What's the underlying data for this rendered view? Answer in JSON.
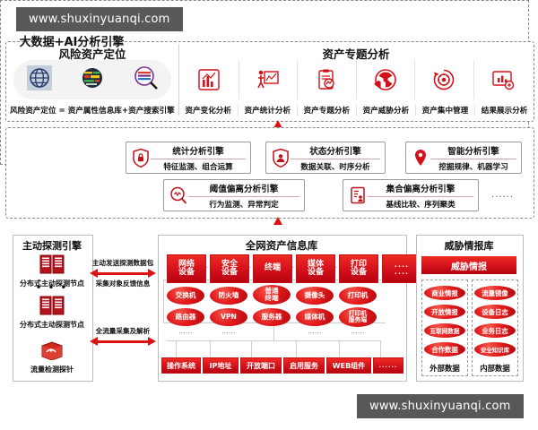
{
  "watermark": {
    "text": "www.shuxinyuanqi.com"
  },
  "colors": {
    "red": "#d3111a",
    "red_dark": "#b5040f",
    "dash": "#8a8a8a",
    "panel_border": "#bdbdbd"
  },
  "top": {
    "risk": {
      "title": "风险资产定位",
      "caption": "风险资产定位 = 资产属性信息库+资产搜索引擎",
      "icons": [
        "globe-grid-icon",
        "word-cloud-sphere-icon",
        "magnifier-records-icon"
      ]
    },
    "topic": {
      "title": "资产专题分析",
      "items": [
        {
          "label": "资产变化分析",
          "icon": "bar-chart-trend-icon"
        },
        {
          "label": "资产统计分析",
          "icon": "presenter-board-icon"
        },
        {
          "label": "资产专题分析",
          "icon": "clipboard-chart-icon"
        },
        {
          "label": "资产威胁分析",
          "icon": "radiation-hazard-icon"
        },
        {
          "label": "资产集中管理",
          "icon": "gear-cycle-icon"
        },
        {
          "label": "结果展示分析",
          "icon": "monitor-chart-icon"
        }
      ]
    }
  },
  "middle": {
    "label": "大数据+AI分析引擎",
    "dots": "......",
    "engines": [
      {
        "title": "统计分析引擎",
        "desc": "特征监测、组合运算",
        "icon": "shield-lock-icon"
      },
      {
        "title": "状态分析引擎",
        "desc": "数据关联、时序分析",
        "icon": "shield-person-icon"
      },
      {
        "title": "智能分析引擎",
        "desc": "挖掘规律、机器学习",
        "icon": "map-pin-icon"
      },
      {
        "title": "阈值偏离分析引擎",
        "desc": "行为监测、异常判定",
        "icon": "magnifier-wave-icon"
      },
      {
        "title": "集合偏离分析引擎",
        "desc": "基线比较、序列聚类",
        "icon": "document-person-icon"
      }
    ]
  },
  "bottom": {
    "probe": {
      "title": "主动探测引擎",
      "dots": "• • •",
      "items": [
        {
          "label": "分布式主动探测节点",
          "icon": "server-rack-icon"
        },
        {
          "label": "分布式主动探测节点",
          "icon": "server-rack-icon"
        },
        {
          "label": "流量检测探针",
          "icon": "traffic-probe-box-icon"
        }
      ]
    },
    "arrows": [
      {
        "top_label": "主动发送探测数据包",
        "bottom_label": "采集对象反馈信息"
      },
      {
        "top_label": "全流量采集及解析",
        "bottom_label": ""
      }
    ],
    "asset": {
      "title": "全网资产信息库",
      "categories": [
        {
          "name": "网络\n设备",
          "children": [
            "交换机",
            "路由器"
          ],
          "dots": "......"
        },
        {
          "name": "安全\n设备",
          "children": [
            "防火墙",
            "VPN"
          ],
          "dots": "......"
        },
        {
          "name": "终端",
          "children": [
            "普通\n终端",
            "服务器"
          ],
          "dots": ""
        },
        {
          "name": "媒体\n设备",
          "children": [
            "摄像头",
            "媒体机"
          ],
          "dots": "......"
        },
        {
          "name": "打印\n设备",
          "children": [
            "打印机",
            "打印机\n服务端"
          ],
          "dots": "......"
        },
        {
          "name": "....\n....",
          "children": [],
          "dots": ""
        }
      ],
      "attributes": [
        "操作系统",
        "IP地址",
        "开放端口",
        "启用服务",
        "WEB组件",
        "......"
      ]
    },
    "threat": {
      "title": "威胁情报库",
      "bar": "威胁情报",
      "columns": [
        {
          "footer": "外部数据",
          "items": [
            "商业情报",
            "开放情报",
            "互联网数据",
            "合作数据"
          ]
        },
        {
          "footer": "内部数据",
          "items": [
            "流量镜像",
            "设备日志",
            "业务日志",
            "安全知识库"
          ]
        }
      ]
    }
  }
}
